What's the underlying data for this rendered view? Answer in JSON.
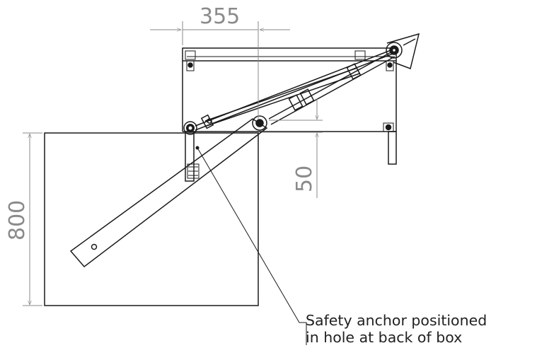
{
  "dimensions": {
    "top_width": "355",
    "left_height": "800",
    "right_offset": "50"
  },
  "annotation": {
    "line1": "Safety anchor positioned",
    "line2": "in hole at back of box"
  },
  "colors": {
    "line": "#1a1a1a",
    "dimension": "#8a8a8a",
    "background": "#ffffff"
  }
}
